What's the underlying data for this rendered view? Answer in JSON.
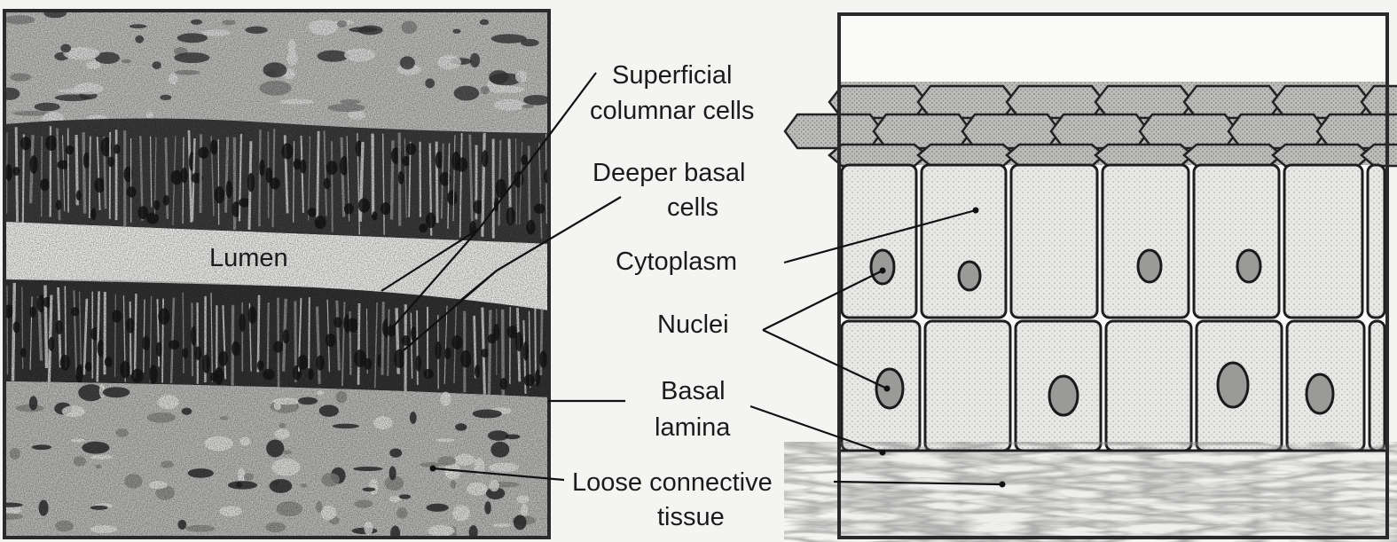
{
  "figure": {
    "micrograph_labels": {
      "lumen": "Lumen"
    },
    "callouts": {
      "superficial": [
        "Superficial",
        "columnar cells"
      ],
      "deeper": [
        "Deeper basal",
        "cells"
      ],
      "cytoplasm": "Cytoplasm",
      "nuclei": "Nuclei",
      "basal_lamina": [
        "Basal",
        "lamina"
      ],
      "loose_connective": [
        "Loose connective",
        "tissue"
      ]
    }
  }
}
